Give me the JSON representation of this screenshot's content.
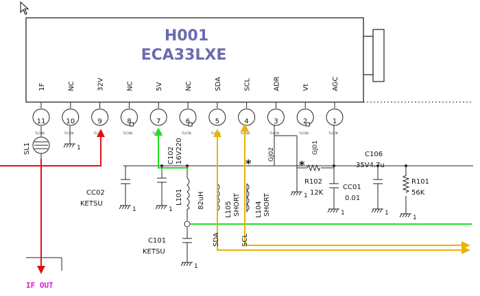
{
  "module": {
    "ref": "H001",
    "part": "ECA33LXE",
    "title_color": "#6b6bb0"
  },
  "pins": [
    {
      "num": "11",
      "name": "1F"
    },
    {
      "num": "10",
      "name": "NC"
    },
    {
      "num": "9",
      "name": "32V"
    },
    {
      "num": "8",
      "name": "NC"
    },
    {
      "num": "7",
      "name": "5V"
    },
    {
      "num": "6",
      "name": "NC"
    },
    {
      "num": "5",
      "name": "SDA"
    },
    {
      "num": "4",
      "name": "SCL"
    },
    {
      "num": "3",
      "name": "ADR"
    },
    {
      "num": "2",
      "name": "Vt"
    },
    {
      "num": "1",
      "name": "AGC"
    }
  ],
  "pin_tags": [
    "TLCON",
    "TLCON",
    "TLCON",
    "TLCON",
    "TLCON",
    "TLCON",
    "TLCON",
    "TLCON",
    "TLCON",
    "TLCON",
    "TLCON"
  ],
  "components": {
    "sl1": "SL1",
    "c102_ref": "C102",
    "c102_val": "16V220",
    "cc02_ref": "CC02",
    "cc02_val": "KETSU",
    "l101_ref": "L101",
    "l101_val": "82uH",
    "l105_ref": "L105",
    "l105_val": "SHORT",
    "l104_ref": "L104",
    "l104_val": "SHORT",
    "c101_ref": "C101",
    "c101_val": "KETSU",
    "gj02": "GJ02",
    "gj01": "GJ01",
    "r102_ref": "R102",
    "r102_val": "12K",
    "cc01_ref": "CC01",
    "cc01_val": "0.01",
    "c106_ref": "C106",
    "c106_val": "35V4.7u",
    "r101_ref": "R101",
    "r101_val": "56K",
    "sda_net": "SDA",
    "scl_net": "SCL",
    "star": "*",
    "gnd_one": "1"
  },
  "if_out": "IF OUT",
  "colors": {
    "red": "#e01010",
    "green": "#22dd22",
    "yellow": "#e8b400",
    "if_out": "#cc22cc",
    "wire": "#222222"
  }
}
